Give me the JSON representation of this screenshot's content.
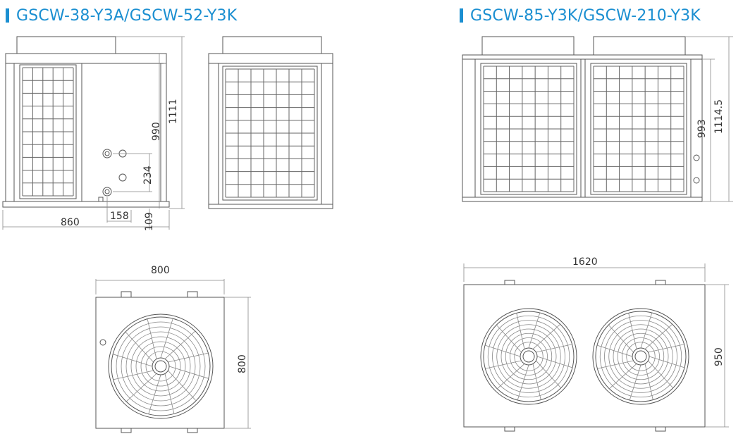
{
  "colors": {
    "accent": "#1b8fd1",
    "line": "#555555"
  },
  "models": {
    "left": {
      "title": "GSCW-38-Y3A/GSCW-52-Y3K"
    },
    "right": {
      "title": "GSCW-85-Y3K/GSCW-210-Y3K"
    }
  },
  "dimensions": {
    "left_front_height_total": "1111",
    "left_front_height_body": "990",
    "left_front_pipe_spacing": "234",
    "left_front_pipe_offset": "158",
    "left_front_base": "109",
    "left_front_width": "860",
    "left_top_width": "800",
    "left_top_depth": "800",
    "right_front_height_total": "1114.5",
    "right_front_height_body": "993",
    "right_top_width": "1620",
    "right_top_depth": "950"
  }
}
